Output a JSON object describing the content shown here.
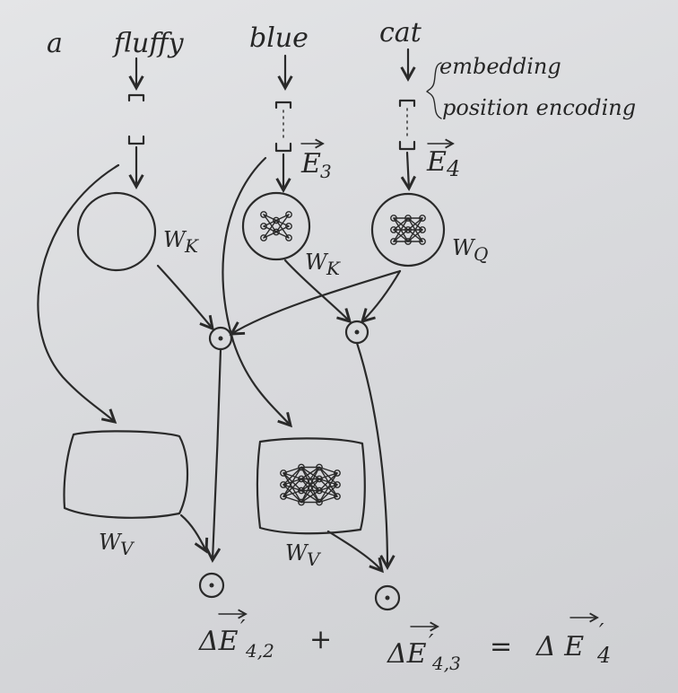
{
  "tokens": {
    "a": "a",
    "fluffy": "fluffy",
    "blue": "blue",
    "cat": "cat"
  },
  "notes": {
    "embedding": "embedding",
    "position_encoding": "position encoding"
  },
  "vectors": {
    "e3": {
      "base": "E",
      "sub": "3"
    },
    "e4": {
      "base": "E",
      "sub": "4"
    }
  },
  "weights": {
    "wk": {
      "base": "W",
      "sub": "K"
    },
    "wq": {
      "base": "W",
      "sub": "Q"
    },
    "wv": {
      "base": "W",
      "sub": "V"
    }
  },
  "equation": {
    "term1": {
      "base": "ΔE",
      "prime": "′",
      "sub": "4,2"
    },
    "plus": "+",
    "term2": {
      "base": "ΔE",
      "prime": "′",
      "sub": "4,3"
    },
    "equals": "=",
    "result": {
      "base": "Δ E",
      "prime": "′",
      "sub": "4"
    }
  }
}
